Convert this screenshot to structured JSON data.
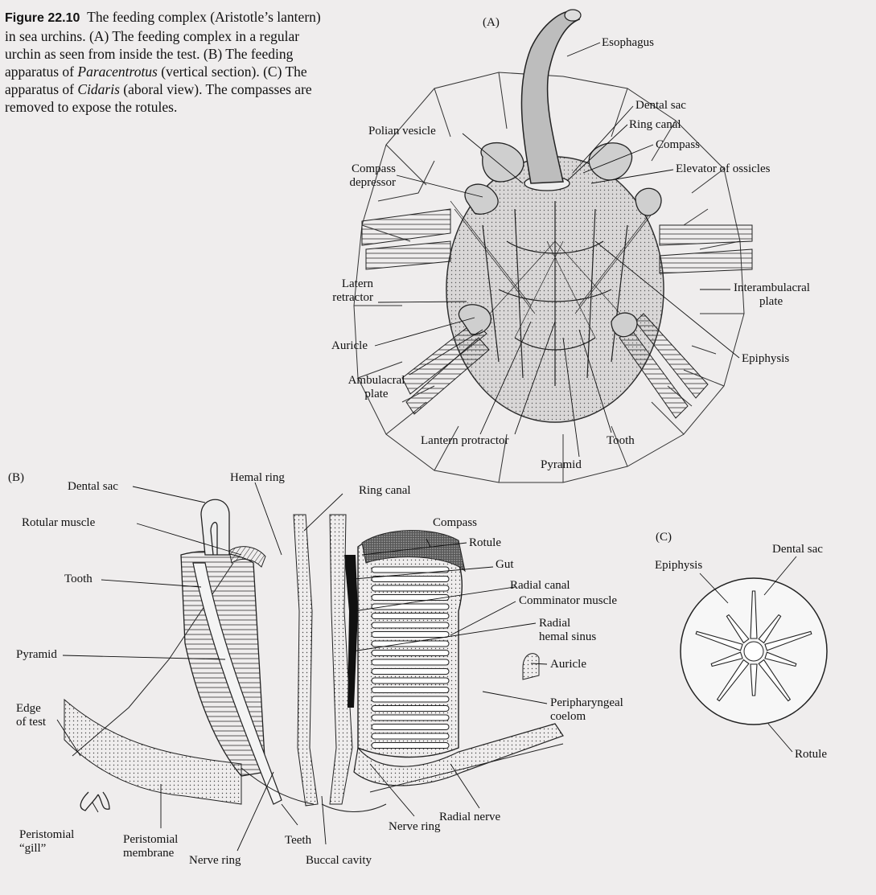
{
  "caption": {
    "figure_number": "Figure 22.10",
    "part1": "The feeding complex (Aristotle’s lantern) in sea urchins. (A) The feeding complex in a regular urchin as seen from inside the test. (B) The feeding apparatus of ",
    "genus1": "Paracentrotus",
    "part2": " (vertical section). (C) The apparatus of ",
    "genus2": "Cidaris",
    "part3": " (aboral view). The compasses are removed to expose the rotules."
  },
  "panel_a": {
    "tag": "(A)",
    "labels": {
      "esophagus": "Esophagus",
      "dental_sac": "Dental sac",
      "polian_vesicle": "Polian vesicle",
      "ring_canal": "Ring canal",
      "compass": "Compass",
      "compass_depressor_1": "Compass",
      "compass_depressor_2": "depressor",
      "elevator_of_ossicles": "Elevator of ossicles",
      "latern_retractor_1": "Latern",
      "latern_retractor_2": "retractor",
      "interambulacral_1": "Interambulacral",
      "interambulacral_2": "plate",
      "auricle": "Auricle",
      "epiphysis": "Epiphysis",
      "ambulacral_1": "Ambulacral",
      "ambulacral_2": "plate",
      "lantern_protractor": "Lantern protractor",
      "tooth": "Tooth",
      "pyramid": "Pyramid"
    }
  },
  "panel_b": {
    "tag": "(B)",
    "labels": {
      "dental_sac": "Dental sac",
      "hemal_ring": "Hemal ring",
      "ring_canal": "Ring canal",
      "rotular_muscle": "Rotular muscle",
      "compass": "Compass",
      "rotule": "Rotule",
      "gut": "Gut",
      "tooth": "Tooth",
      "radial_canal": "Radial canal",
      "comminator_muscle": "Comminator muscle",
      "radial_hemal_1": "Radial",
      "radial_hemal_2": "hemal sinus",
      "pyramid": "Pyramid",
      "auricle": "Auricle",
      "edge_1": "Edge",
      "edge_2": "of test",
      "peripharyngeal_1": "Peripharyngeal",
      "peripharyngeal_2": "coelom",
      "radial_nerve": "Radial nerve",
      "peristomial_gill_1": "Peristomial",
      "peristomial_gill_2": "“gill”",
      "peristomial_membrane_1": "Peristomial",
      "peristomial_membrane_2": "membrane",
      "teeth": "Teeth",
      "nerve_ring_right": "Nerve ring",
      "nerve_ring_bottom": "Nerve ring",
      "buccal_cavity": "Buccal cavity"
    }
  },
  "panel_c": {
    "tag": "(C)",
    "labels": {
      "dental_sac": "Dental sac",
      "epiphysis": "Epiphysis",
      "rotule": "Rotule"
    }
  }
}
